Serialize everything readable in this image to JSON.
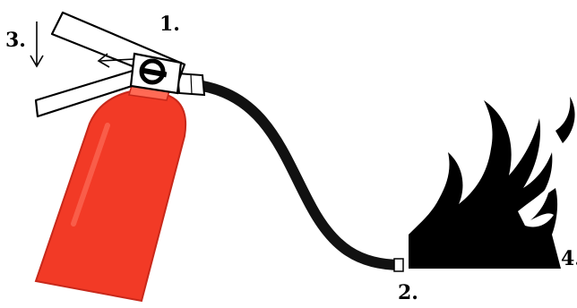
{
  "diagram": {
    "steps": [
      {
        "id": "pin",
        "label": "1."
      },
      {
        "id": "nozzle",
        "label": "2."
      },
      {
        "id": "handle",
        "label": "3."
      },
      {
        "id": "fire",
        "label": "4."
      }
    ]
  },
  "colors": {
    "cylinder": "#f23a26",
    "hose": "#111111",
    "fire": "#000000",
    "outline": "#000000",
    "background": "#ffffff"
  },
  "icons": {
    "press_arrow": "arrow-down-icon",
    "pull_arrow": "arrow-left-icon"
  }
}
